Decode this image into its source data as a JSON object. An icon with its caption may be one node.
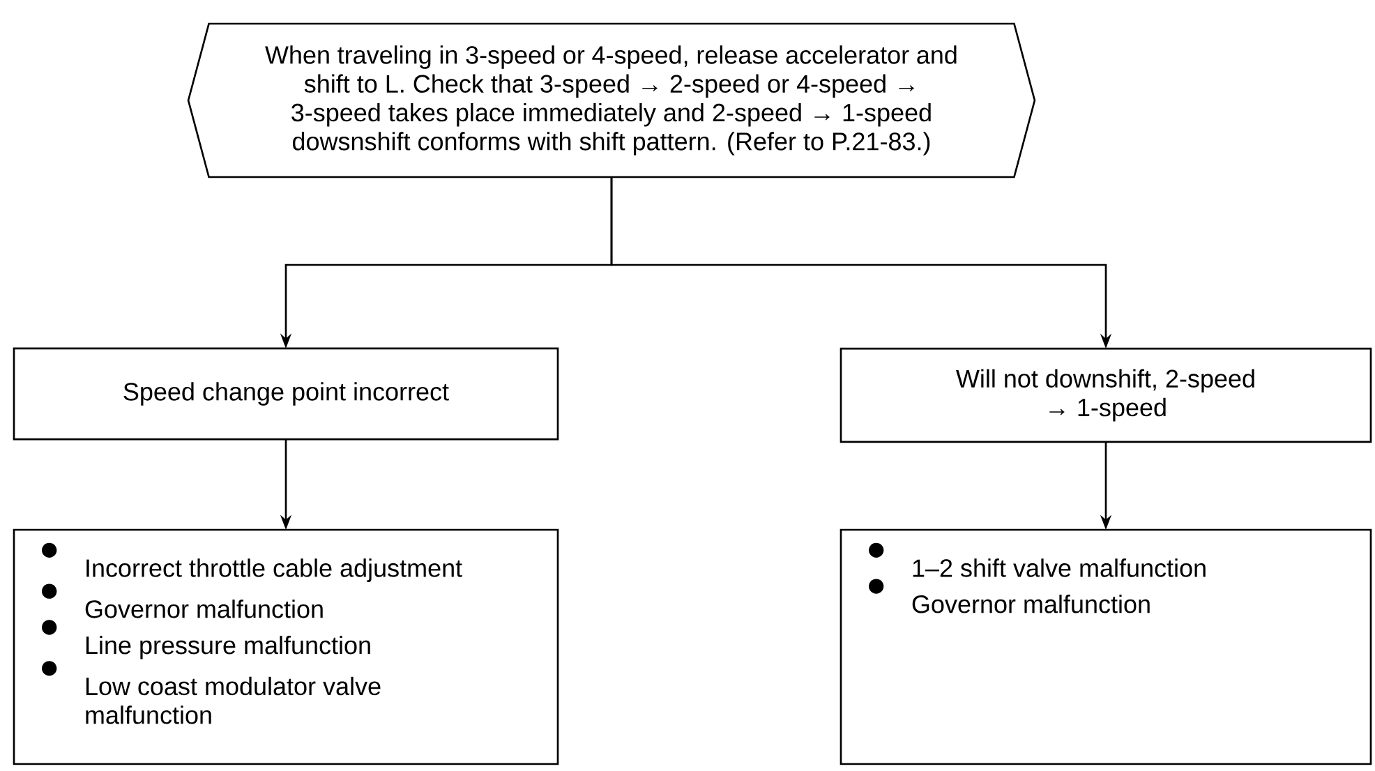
{
  "diagram": {
    "nodes": [
      {
        "text": [
          "When traveling in 3-speed or 4-speed, release accelerator and shift to L. Check that 3-speed → 2-speed or 4-speed → 3-speed takes place immediately and 2-speed → 1-speed dowsnshift conforms with shift pattern. (Refer to P.21-83.)"
        ]
      },
      {
        "text": [
          "Speed change point incorrect"
        ]
      },
      {
        "text": [
          "Will not downshift, 2-speed → 1-speed"
        ]
      },
      {
        "text": [
          "Incorrect throttle cable adjustment",
          "Governor malfunction",
          "Line pressure malfunction",
          "Low coast modulator valve malfunction"
        ]
      },
      {
        "text": [
          "1–2 shift valve malfunction",
          "Governor malfunction"
        ]
      }
    ],
    "edges": [
      {
        "from": 0,
        "to": 1,
        "arrow": "to"
      },
      {
        "from": 0,
        "to": 2,
        "arrow": "to"
      },
      {
        "from": 1,
        "to": 3,
        "arrow": "to"
      },
      {
        "from": 2,
        "to": 4,
        "arrow": "to"
      }
    ]
  }
}
